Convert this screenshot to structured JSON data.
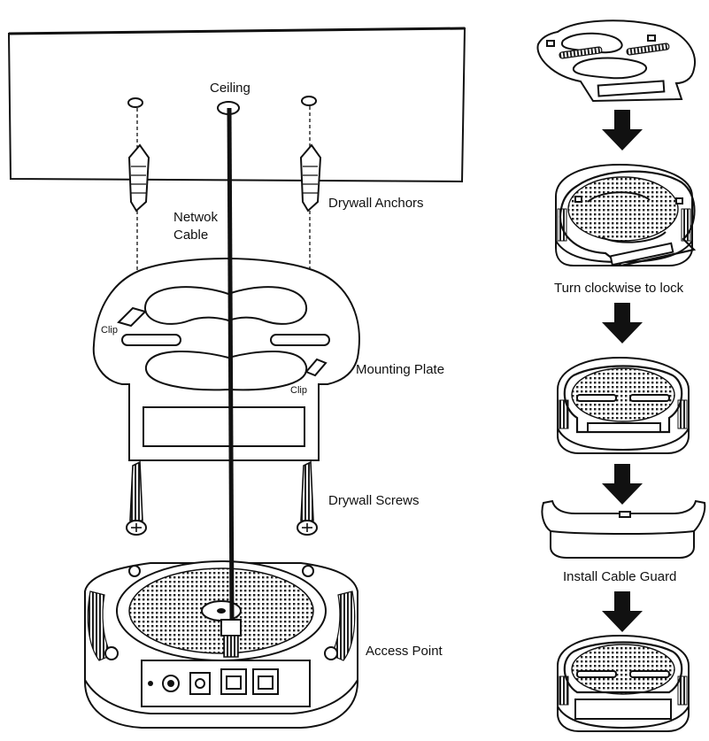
{
  "labels": {
    "ceiling": "Ceiling",
    "network_cable_line1": "Netwok",
    "network_cable_line2": "Cable",
    "drywall_anchors": "Drywall Anchors",
    "mounting_plate": "Mounting Plate",
    "clip_left": "Clip",
    "clip_right": "Clip",
    "drywall_screws": "Drywall Screws",
    "access_point": "Access Point"
  },
  "steps": [
    {
      "caption": ""
    },
    {
      "caption": "Turn clockwise to lock"
    },
    {
      "caption": ""
    },
    {
      "caption": "Install Cable Guard"
    },
    {
      "caption": ""
    }
  ],
  "icons": {
    "step_arrow": "arrow-down-icon",
    "screw": "screw-icon",
    "anchor": "drywall-anchor-icon"
  },
  "colors": {
    "ink": "#111111",
    "paper": "#ffffff",
    "shade": "#d0d0d0"
  }
}
